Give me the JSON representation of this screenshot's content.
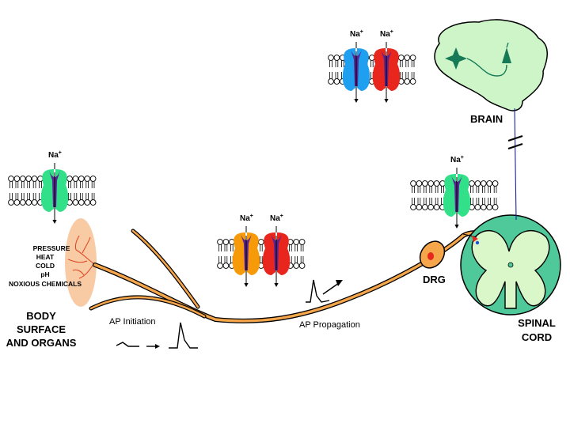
{
  "labels": {
    "sensory_list": [
      "PRESSURE",
      "HEAT",
      "COLD",
      "pH",
      "NOXIOUS CHEMICALS"
    ],
    "body_surface": [
      "BODY",
      "SURFACE",
      "AND ORGANS"
    ],
    "ap_initiation": "AP Initiation",
    "ap_propagation": "AP Propagation",
    "drg": "DRG",
    "brain": "BRAIN",
    "spinal_cord": [
      "SPINAL",
      "CORD"
    ],
    "na_ion": "Na",
    "na_charge": "+"
  },
  "colors": {
    "channel_green": "#33e08a",
    "channel_blue": "#1f9ff0",
    "channel_red": "#e8261d",
    "channel_orange": "#f79a0a",
    "channel_pore": "#5a2590",
    "brain_fill": "#cdf5c8",
    "cord_outer": "#4fc99a",
    "cord_inner": "#d9f7c9",
    "skin_patch": "#f8cba5",
    "nerve_fiber": "#f5a54a",
    "neuron_dark": "#157a55"
  },
  "icons": [
    "sodium-channel-icon",
    "ap-waveform-icon",
    "lipid-bilayer-icon",
    "neuron-icon"
  ]
}
